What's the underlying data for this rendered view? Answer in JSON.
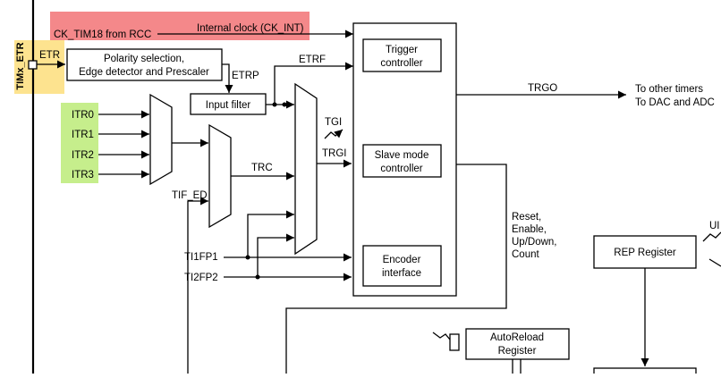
{
  "colors": {
    "pink_highlight": "#f4888a",
    "yellow_highlight": "#fde38f",
    "green_highlight": "#c6ee8c",
    "line": "#000000"
  },
  "labels": {
    "tim_etr_pin": "TIMx_ETR",
    "etr": "ETR",
    "ck_tim18": "CK_TIM18 from RCC",
    "internal_clock": "Internal clock (CK_INT)",
    "polarity_line1": "Polarity selection,",
    "polarity_line2": "Edge detector and Prescaler",
    "etrp": "ETRP",
    "etrf": "ETRF",
    "input_filter": "Input filter",
    "trigger_ctrl_line1": "Trigger",
    "trigger_ctrl_line2": "controller",
    "trgo": "TRGO",
    "to_other_timers": "To other timers",
    "to_dac_adc": "To DAC and ADC",
    "itr0": "ITR0",
    "itr1": "ITR1",
    "itr2": "ITR2",
    "itr3": "ITR3",
    "tgi": "TGI",
    "trgi": "TRGI",
    "trc": "TRC",
    "tif_ed": "TIF_ED",
    "slave_line1": "Slave mode",
    "slave_line2": "controller",
    "reset_line1": "Reset,",
    "reset_line2": "Enable,",
    "reset_line3": "Up/Down,",
    "reset_line4": "Count",
    "ti1fp1": "TI1FP1",
    "ti2fp2": "TI2FP2",
    "encoder_line1": "Encoder",
    "encoder_line2": "interface",
    "rep_register": "REP Register",
    "autoreload_line1": "AutoReload",
    "autoreload_line2": "Register",
    "ui_partial": "UI"
  }
}
